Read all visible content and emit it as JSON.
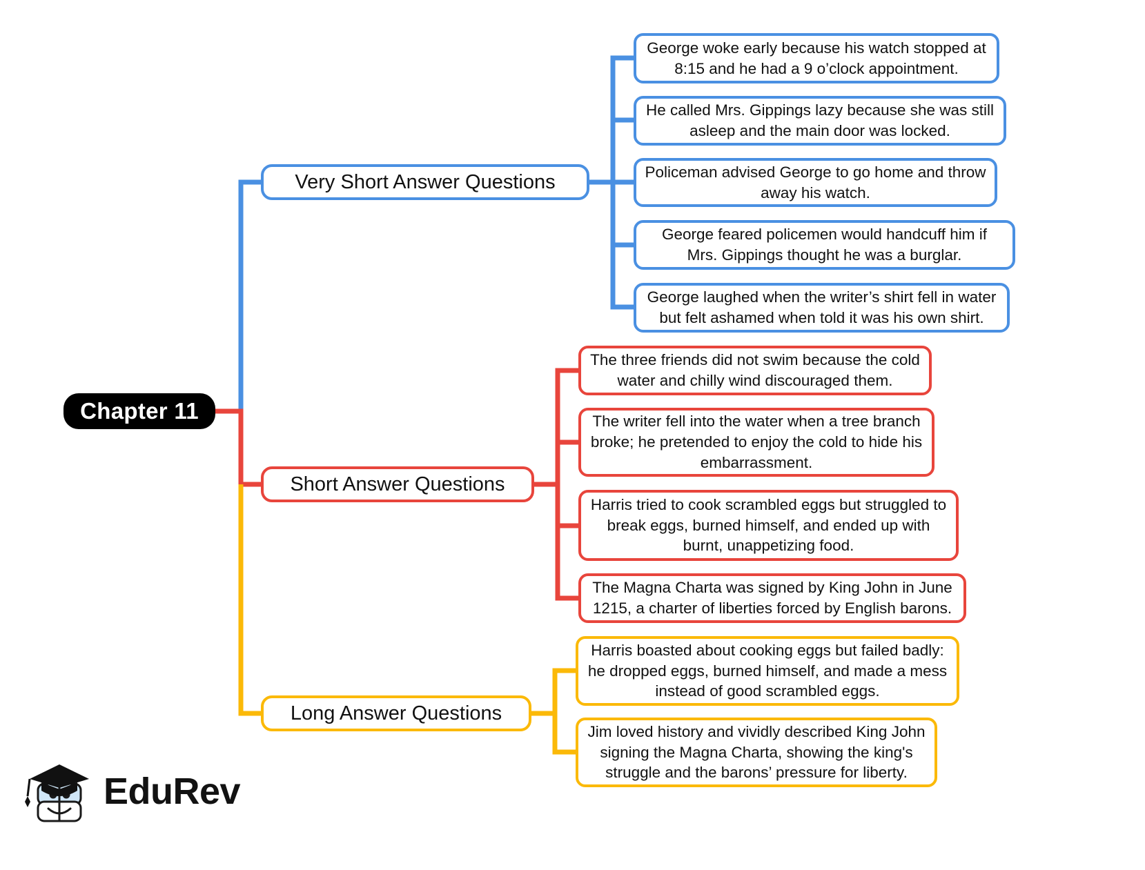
{
  "diagram": {
    "type": "mindmap",
    "title": "Chapter 11",
    "root": {
      "label": "Chapter 11",
      "color": "#000000",
      "text_color": "#ffffff"
    },
    "branches": [
      {
        "label": "Very Short Answer Questions",
        "color": "#4a90e2",
        "color_name": "blue",
        "leaves": [
          "George woke early because his watch stopped at 8:15 and he had a 9 o’clock appointment.",
          "He called Mrs. Gippings lazy because she was still asleep and the main door was locked.",
          "Policeman advised George to go home and throw away his watch.",
          "George feared policemen would handcuff him if Mrs. Gippings thought he was a burglar.",
          "George laughed when the writer’s shirt fell in water but felt ashamed when told it was his own shirt."
        ]
      },
      {
        "label": "Short Answer Questions",
        "color": "#e8453c",
        "color_name": "red",
        "leaves": [
          "The three friends did not swim because the cold water and chilly wind discouraged them.",
          "The writer fell into the water when a tree branch broke; he pretended to enjoy the cold to hide his embarrassment.",
          "Harris tried to cook scrambled eggs but struggled to break eggs, burned himself, and ended up with burnt, unappetizing food.",
          "The Magna Charta was signed by King John in June 1215, a charter of liberties forced by English barons."
        ]
      },
      {
        "label": "Long Answer Questions",
        "color": "#fbb908",
        "color_name": "yellow",
        "leaves": [
          "Harris boasted about cooking eggs but failed badly: he dropped eggs, burned himself, and made a mess instead of good scrambled eggs.",
          "Jim loved history and vividly described King John signing the Magna Charta, showing the king's struggle and the barons’ pressure for liberty."
        ]
      }
    ]
  },
  "logo": {
    "name": "edurev-logo",
    "wordmark": "EduRev",
    "icon": "graduation-cap-book-mascot-icon"
  }
}
